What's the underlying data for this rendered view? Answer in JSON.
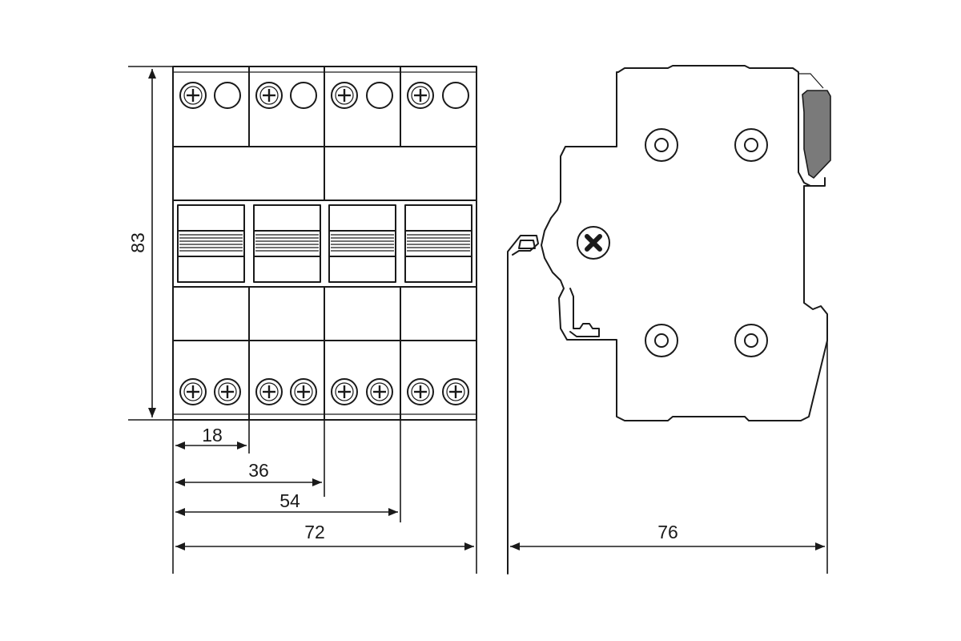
{
  "colors": {
    "line": "#1a1a1a",
    "background": "#ffffff",
    "clip": "#7a7a7a"
  },
  "dimensions": {
    "height": "83",
    "pole_1": "18",
    "pole_2": "36",
    "pole_3": "54",
    "total_width": "72",
    "depth": "76"
  },
  "icons": {
    "terminal_screw": "terminal-screw-icon",
    "terminal_hole": "terminal-hole-icon",
    "side_rivet": "rivet-icon",
    "side_screw": "cross-screw-icon"
  }
}
